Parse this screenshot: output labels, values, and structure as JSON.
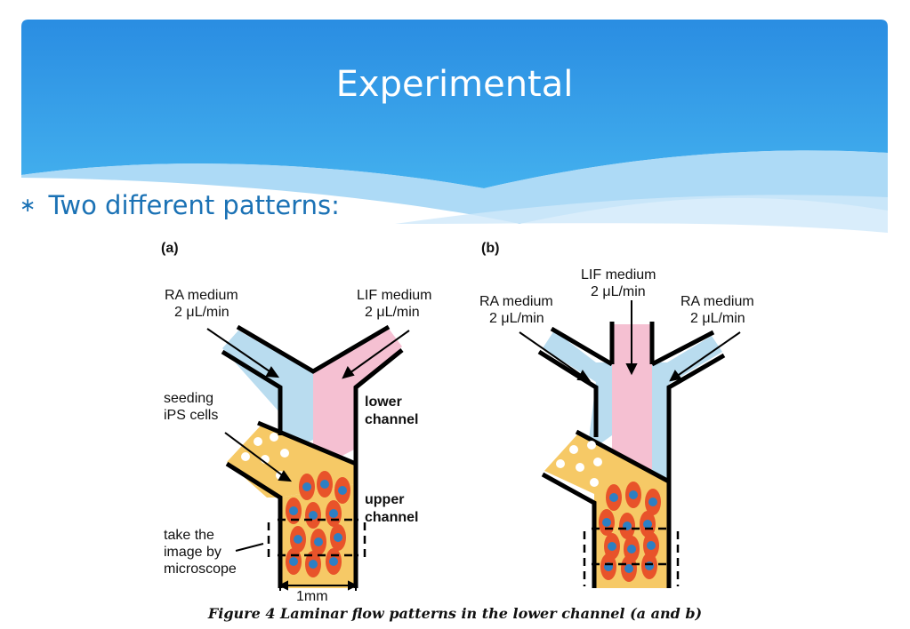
{
  "slide": {
    "title": "Experimental",
    "bullet_symbol": "∗",
    "bullet": "Two different patterns:",
    "caption": "Figure 4 Laminar flow patterns in the lower channel (a and b)"
  },
  "figure": {
    "panel_a": {
      "tag": "(a)",
      "ra_name": "RA medium",
      "ra_rate": "2 μL/min",
      "lif_name": "LIF medium",
      "lif_rate": "2 μL/min",
      "seeding_1": "seeding",
      "seeding_2": "iPS cells",
      "lower_1": "lower",
      "lower_2": "channel",
      "upper_1": "upper",
      "upper_2": "channel",
      "take_1": "take the",
      "take_2": "image by",
      "take_3": "microscope",
      "scale": "1mm"
    },
    "panel_b": {
      "tag": "(b)",
      "lif_name": "LIF medium",
      "lif_rate": "2 μL/min",
      "ra_left_name": "RA medium",
      "ra_left_rate": "2 μL/min",
      "ra_right_name": "RA medium",
      "ra_right_rate": "2 μL/min"
    }
  },
  "colors": {
    "header_blue": "#2a8fe3",
    "ra_blue": "#b9dcef",
    "lif_pink": "#f5c0d2",
    "seed_yellow": "#f6c966",
    "cell_orange": "#e8532a",
    "nucleus_blue": "#2d7fc3",
    "bullet_blue": "#1b72b5"
  }
}
